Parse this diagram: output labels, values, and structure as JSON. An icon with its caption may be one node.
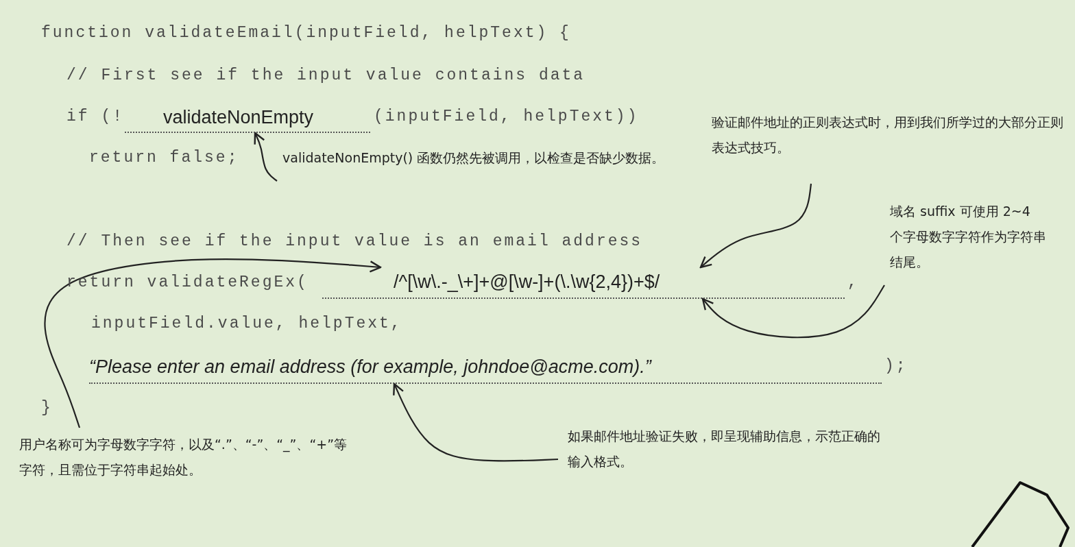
{
  "diagram": {
    "nodes": [
      {
        "text": [
          "validateNonEmpty"
        ]
      },
      {
        "text": [
          "validateNonEmpty() 函数仍然先被调用，以检查是否缺少数据。"
        ]
      },
      {
        "text": [
          "验证邮件地址的正则表达式时，用到我们所学过的大部分正则表达式技巧。"
        ]
      },
      {
        "text": [
          "/^[\\w\\.-_\\+]+@[\\w-]+(\\.\\w{2,4})+$/"
        ]
      },
      {
        "text": [
          "域名 suffix 可使用 2~4 个字母数字字符作为字符串结尾。"
        ]
      },
      {
        "text": [
          "用户名称可为字母数字字符，以及“.”、“-”、“_”、“+”等字符，且需位于字符串起始处。"
        ]
      },
      {
        "text": [
          "“Please enter an email address (for example, johndoe@acme.com).”"
        ]
      },
      {
        "text": [
          "如果邮件地址验证失败，即呈现辅助信息，示范正确的输入格式。"
        ]
      }
    ],
    "edges": [
      {
        "from": 1,
        "to": 0,
        "arrow": "to"
      },
      {
        "from": 2,
        "to": 3,
        "arrow": "to"
      },
      {
        "from": 4,
        "to": 3,
        "arrow": "to"
      },
      {
        "from": 5,
        "to": 3,
        "arrow": "to"
      },
      {
        "from": 7,
        "to": 6,
        "arrow": "to"
      }
    ],
    "labels": [
      "function validateEmail(inputField, helpText) {",
      "// First see if the input value contains data",
      "if (!",
      "(inputField, helpText))",
      "return false;",
      "// Then see if the input value is an email address",
      "return validateRegEx(",
      ",",
      "inputField.value, helpText,",
      ");",
      "}"
    ]
  }
}
